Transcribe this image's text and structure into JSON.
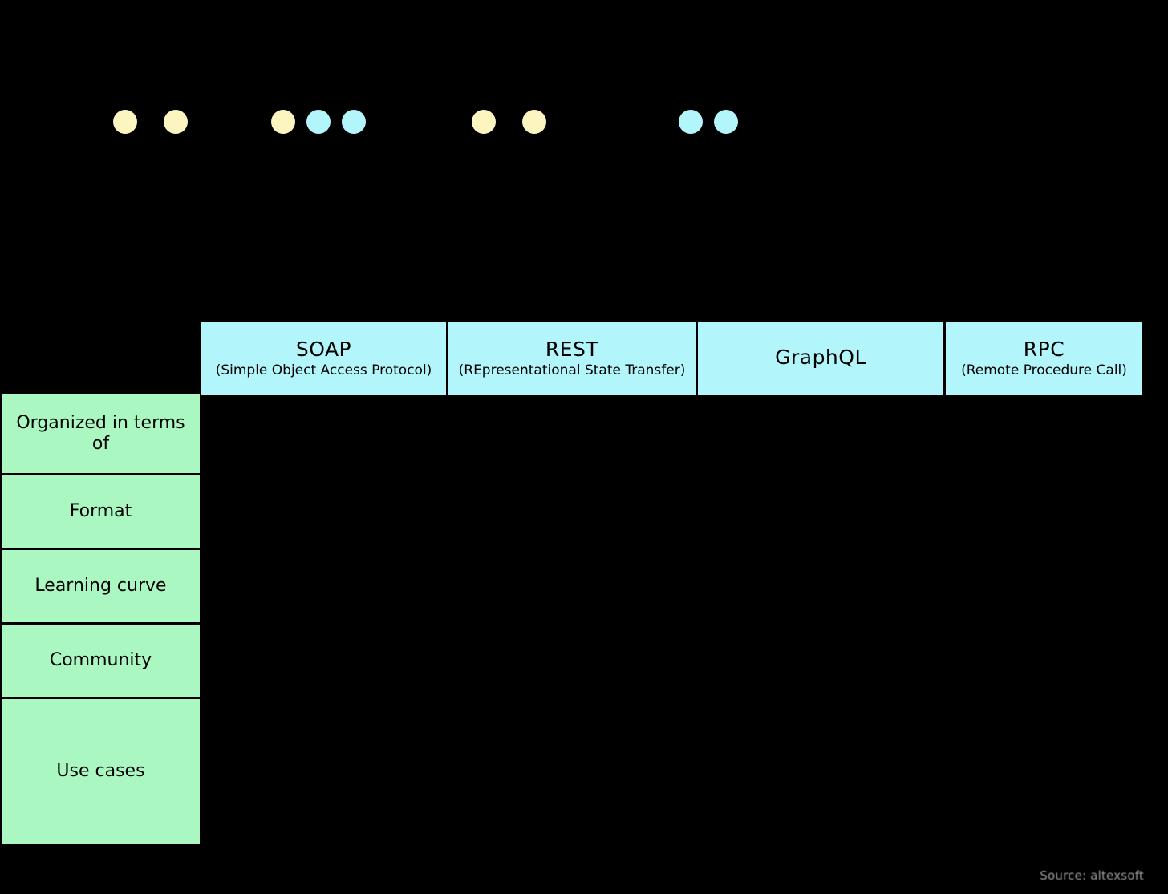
{
  "background_color": "#000000",
  "palette": {
    "header_cyan": "#b2f5fb",
    "criteria_green": "#aaf7c2",
    "dot_yellow": "#fdf5c0",
    "dot_cyan": "#b2f5fb",
    "border": "#000000"
  },
  "decoration": {
    "clusters": [
      {
        "name": "cluster-1",
        "dots": [
          "yellow",
          "yellow"
        ]
      },
      {
        "name": "cluster-2",
        "dots": [
          "yellow",
          "cyan",
          "cyan"
        ]
      },
      {
        "name": "cluster-3",
        "dots": [
          "yellow",
          "yellow"
        ]
      },
      {
        "name": "cluster-4",
        "dots": [
          "cyan",
          "cyan"
        ]
      }
    ]
  },
  "table": {
    "columns": [
      {
        "title": "SOAP",
        "subtitle": "(Simple Object Access Protocol)"
      },
      {
        "title": "REST",
        "subtitle": "(REpresentational State Transfer)"
      },
      {
        "title": "GraphQL",
        "subtitle": ""
      },
      {
        "title": "RPC",
        "subtitle": "(Remote Procedure Call)"
      }
    ],
    "criteria": [
      {
        "label": "Organized in terms of"
      },
      {
        "label": "Format"
      },
      {
        "label": "Learning curve"
      },
      {
        "label": "Community"
      },
      {
        "label": "Use cases"
      }
    ],
    "cells": [
      [
        "",
        "",
        "",
        ""
      ],
      [
        "",
        "",
        "",
        ""
      ],
      [
        "",
        "",
        "",
        ""
      ],
      [
        "",
        "",
        "",
        ""
      ],
      [
        "",
        "",
        "",
        ""
      ]
    ]
  },
  "footer": {
    "source": "Source: altexsoft"
  }
}
